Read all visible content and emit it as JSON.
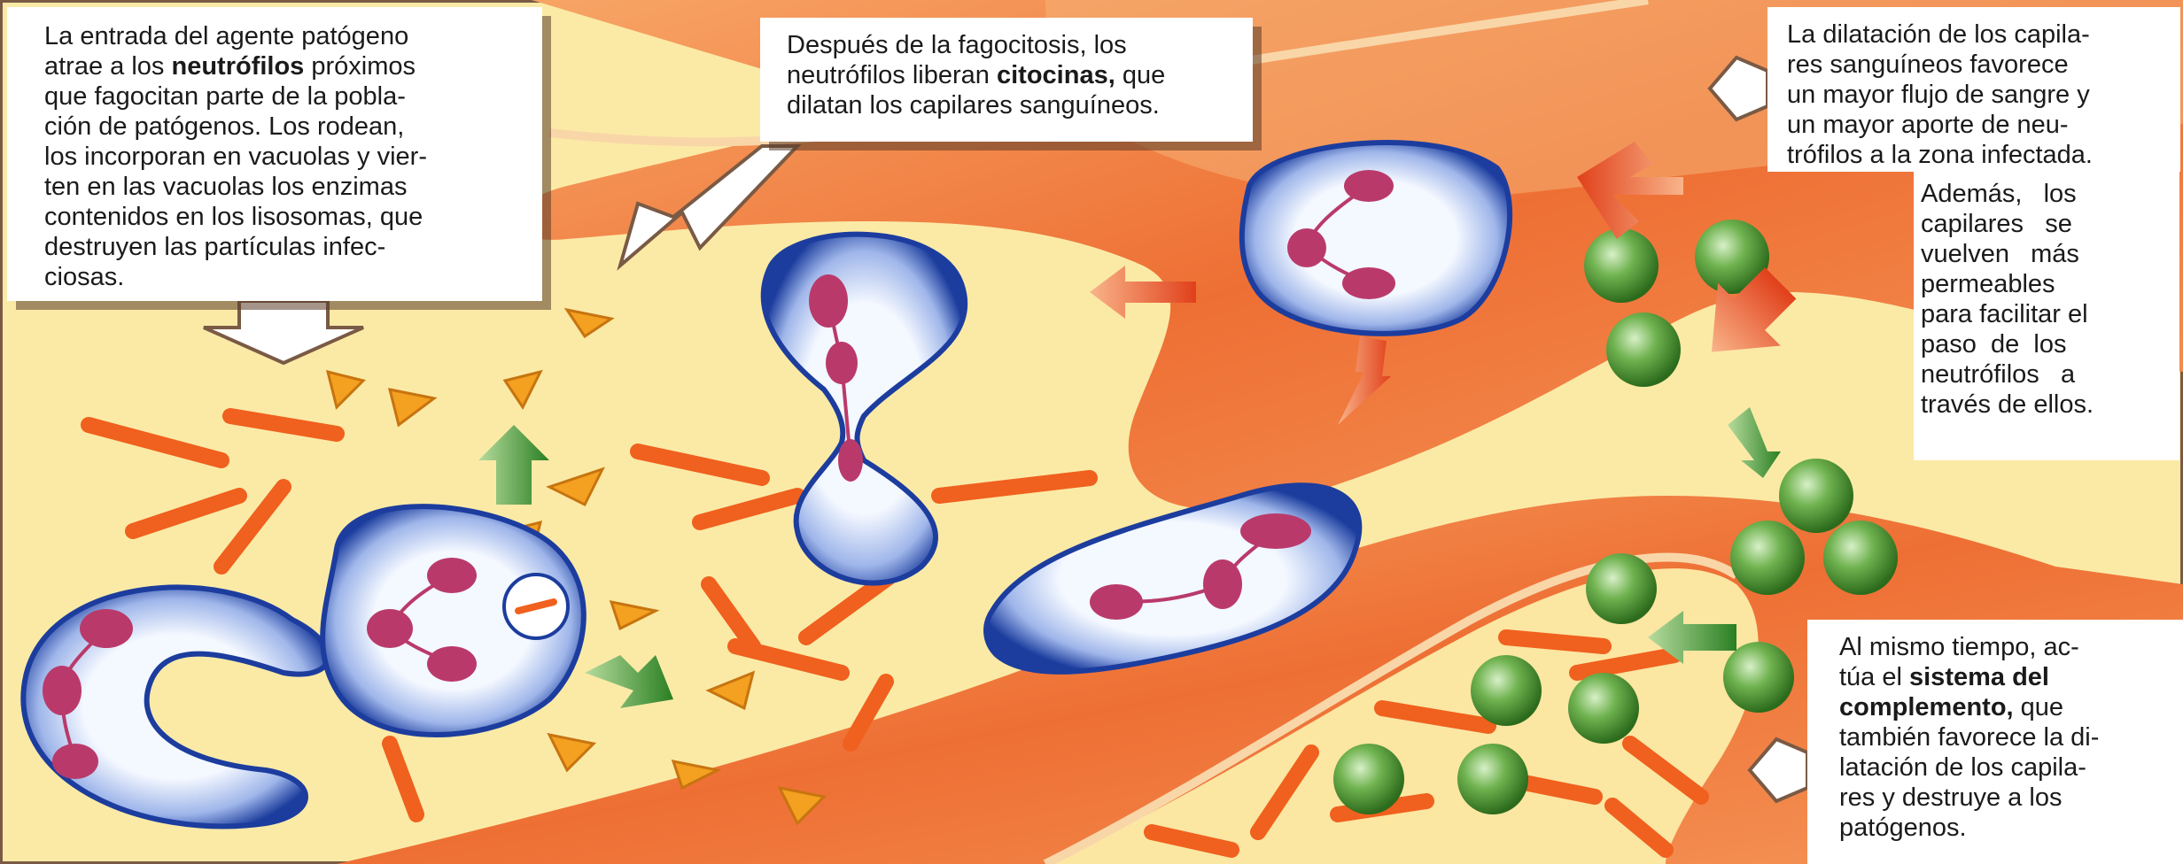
{
  "callouts": {
    "entry": {
      "lines": [
        "La entrada del agente patógeno",
        "atrae a los ",
        "que fagocitan parte de la pobla-",
        "ción de patógenos. Los rodean,",
        "los incorporan en vacuolas y vier-",
        "ten en las vacuolas los enzimas",
        "contenidos en los lisosomas, que",
        "destruyen las partículas infec-",
        "ciosas."
      ],
      "bold": "neutrófilos",
      "after_bold": " próximos"
    },
    "cytokines": {
      "line1": "Después de la fagocitosis, los",
      "line2_pre": "neutrófilos liberan ",
      "line2_bold": "citocinas,",
      "line2_post": " que",
      "line3": "dilatan los capilares sanguíneos."
    },
    "dilation": {
      "lines": [
        "La dilatación de los capila-",
        "res sanguíneos favorece",
        "un mayor flujo de sangre y",
        "un mayor aporte de neu-",
        "trófilos a la zona infectada."
      ]
    },
    "permeable": {
      "lines": [
        "Además,   los",
        "capilares   se",
        "vuelven   más",
        "permeables",
        "para facilitar el",
        "paso  de  los",
        "neutrófilos   a",
        "través de ellos."
      ]
    },
    "complement": {
      "line1": "Al mismo tiempo, ac-",
      "line2_pre": "túa el ",
      "line2_bold": "sistema del",
      "line3_bold": "complemento,",
      "line3_post": " que",
      "line4": "también favorece la di-",
      "line5": "latación de los capila-",
      "line6": "res y destruye a los",
      "line7": "patógenos."
    }
  },
  "colors": {
    "tissue": "#fbeaa6",
    "vessel_wall": "#f07a3c",
    "vessel_inner": "#f59a5a",
    "neutrophil_edge": "#1c3d9e",
    "neutrophil_core": "#ffffff",
    "nucleus": "#b93a6a",
    "bacteria": "#f0601e",
    "particle": "#f4a020",
    "complement": "#3f8f2e",
    "arrow_red": "#e8501a",
    "arrow_green": "#2f8f28",
    "frame": "#7a5a45"
  }
}
